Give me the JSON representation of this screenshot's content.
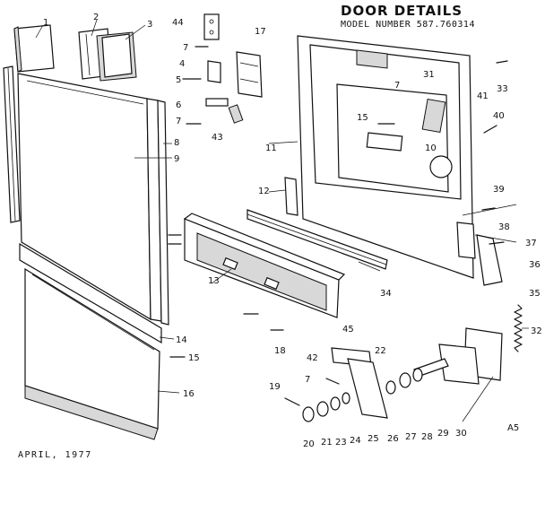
{
  "title": "DOOR DETAILS",
  "model_line": "MODEL NUMBER 587.760314",
  "date": "APRIL, 1977",
  "code": "A5",
  "part_numbers": [
    "1",
    "2",
    "3",
    "44",
    "17",
    "7",
    "4",
    "5",
    "6",
    "7",
    "43",
    "31",
    "7",
    "15",
    "10",
    "41",
    "33",
    "40",
    "8",
    "9",
    "11",
    "12",
    "39",
    "38",
    "37",
    "36",
    "35",
    "34",
    "13",
    "14",
    "15",
    "16",
    "18",
    "45",
    "22",
    "42",
    "7",
    "19",
    "20",
    "21",
    "23",
    "24",
    "25",
    "26",
    "27",
    "28",
    "29",
    "30",
    "32"
  ]
}
